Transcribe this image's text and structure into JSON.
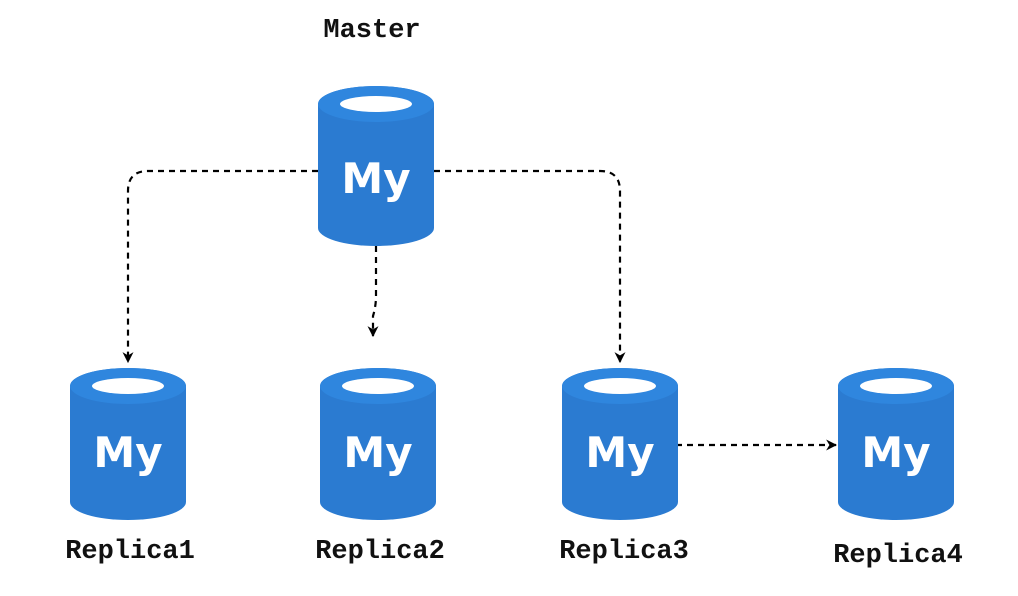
{
  "nodes": {
    "master": {
      "label": "Master",
      "icon_text": "My"
    },
    "replica1": {
      "label": "Replica1",
      "icon_text": "My"
    },
    "replica2": {
      "label": "Replica2",
      "icon_text": "My"
    },
    "replica3": {
      "label": "Replica3",
      "icon_text": "My"
    },
    "replica4": {
      "label": "Replica4",
      "icon_text": "My"
    }
  },
  "edges": [
    {
      "from": "master",
      "to": "replica1",
      "style": "dashed"
    },
    {
      "from": "master",
      "to": "replica2",
      "style": "dashed"
    },
    {
      "from": "master",
      "to": "replica3",
      "style": "dashed"
    },
    {
      "from": "replica3",
      "to": "replica4",
      "style": "dashed"
    }
  ],
  "icon": "mysql-database-cylinder-icon",
  "colors": {
    "database_fill": "#2b7bd1",
    "database_top": "#2f86de",
    "database_hole": "#ffffff",
    "edge": "#000000"
  }
}
